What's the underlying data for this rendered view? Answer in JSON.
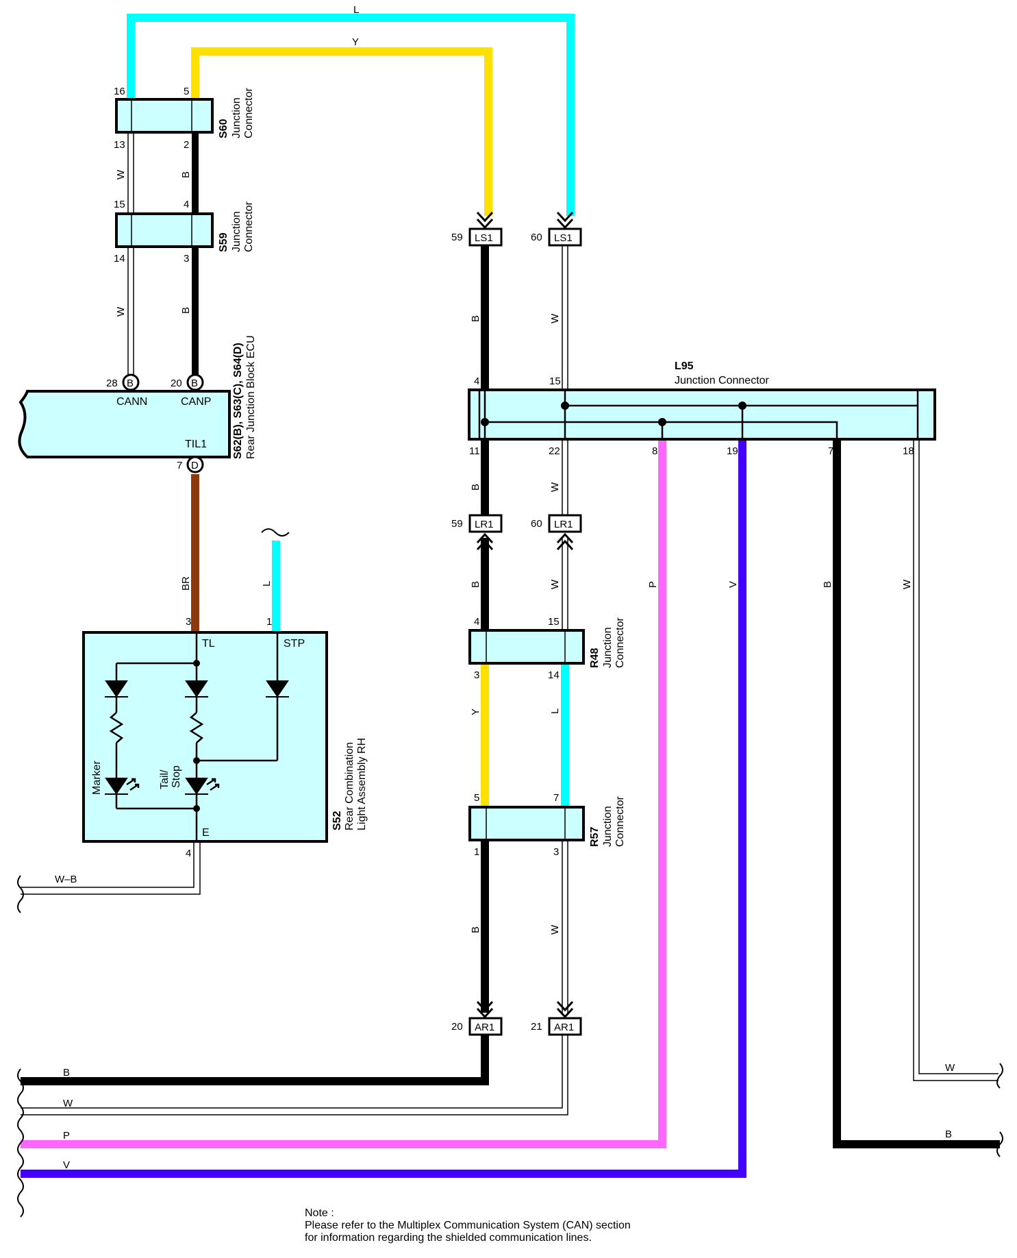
{
  "colors": {
    "L": "#00ffff",
    "Y": "#ffe000",
    "B": "#000000",
    "BR": "#8b3a10",
    "P": "#ff66ff",
    "V": "#4400ff",
    "component_fill": "#ccffff"
  },
  "wire_labels": {
    "top_L": "L",
    "top_Y": "Y",
    "s60_w": "W",
    "s60_b": "B",
    "s59_w": "W",
    "s59_b": "B",
    "br": "BR",
    "stp_l": "L",
    "ls1_b": "B",
    "ls1_w": "W",
    "l95_b": "B",
    "l95_w": "W",
    "lr1_b": "B",
    "lr1_w": "W",
    "r48_y": "Y",
    "r48_l": "L",
    "r57_b": "B",
    "r57_w": "W",
    "p": "P",
    "v": "V",
    "b7": "B",
    "w18": "W",
    "bus_wb": "W–B",
    "bus_b": "B",
    "bus_w": "W",
    "bus_p": "P",
    "bus_v": "V",
    "right_w": "W",
    "right_b": "B"
  },
  "components": {
    "s60": {
      "id": "S60",
      "name1": "Junction",
      "name2": "Connector",
      "pins": [
        "16",
        "5",
        "13",
        "2"
      ]
    },
    "s59": {
      "id": "S59",
      "name1": "Junction",
      "name2": "Connector",
      "pins": [
        "15",
        "4",
        "14",
        "3"
      ]
    },
    "ecu": {
      "id": "S62(B), S63(C), S64(D)",
      "name": "Rear Junction Block ECU",
      "pin_cann": "28",
      "conn_cann": "B",
      "label_cann": "CANN",
      "pin_canp": "20",
      "conn_canp": "B",
      "label_canp": "CANP",
      "pin_til1": "7",
      "conn_til1": "D",
      "label_til1": "TIL1"
    },
    "s52": {
      "id": "S52",
      "name1": "Rear Combination",
      "name2": "Light Assembly RH",
      "pin_tl": "3",
      "label_tl": "TL",
      "pin_stp": "1",
      "label_stp": "STP",
      "pin_e": "4",
      "label_e": "E",
      "marker": "Marker",
      "tail1": "Tail/",
      "tail2": "Stop"
    },
    "l95": {
      "id": "L95",
      "name": "Junction Connector",
      "pins_top": [
        "4",
        "15"
      ],
      "pins_bottom": [
        "11",
        "22",
        "8",
        "19",
        "7",
        "18"
      ]
    },
    "r48": {
      "id": "R48",
      "name1": "Junction",
      "name2": "Connector",
      "pins": [
        "4",
        "15",
        "3",
        "14"
      ]
    },
    "r57": {
      "id": "R57",
      "name1": "Junction",
      "name2": "Connector",
      "pins": [
        "5",
        "7",
        "1",
        "3"
      ]
    }
  },
  "connectors": {
    "ls1_left": {
      "label": "LS1",
      "pin": "59"
    },
    "ls1_right": {
      "label": "LS1",
      "pin": "60"
    },
    "lr1_left": {
      "label": "LR1",
      "pin": "59"
    },
    "lr1_right": {
      "label": "LR1",
      "pin": "60"
    },
    "ar1_left": {
      "label": "AR1",
      "pin": "20"
    },
    "ar1_right": {
      "label": "AR1",
      "pin": "21"
    }
  },
  "note": {
    "line1": "Note :",
    "line2": "Please refer to the Multiplex Communication System (CAN) section",
    "line3": "for information regarding the shielded communication lines."
  }
}
